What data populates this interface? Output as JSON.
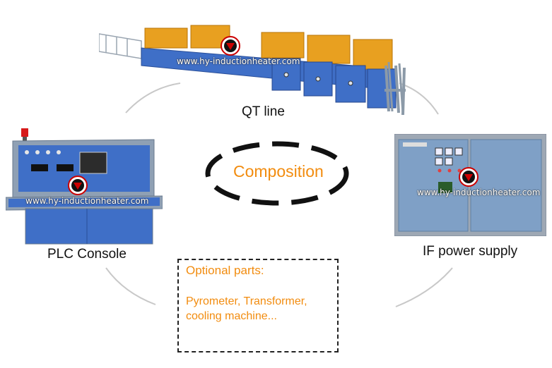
{
  "diagram": {
    "center_label": "Composition",
    "nodes": {
      "qt_line": {
        "label": "QT line",
        "watermark": "www.hy-inductionheater.com"
      },
      "plc_console": {
        "label": "PLC Console",
        "watermark": "www.hy-inductionheater.com"
      },
      "if_power_supply": {
        "label": "IF power supply",
        "watermark": "www.hy-inductionheater.com"
      }
    },
    "optional": {
      "title": "Optional parts:",
      "text": "Pyrometer, Transformer, cooling machine..."
    }
  },
  "colors": {
    "accent": "#f28c0f",
    "machine_blue": "#3f6fc7",
    "machine_frame": "#8a9bb0",
    "cabinet_gray": "#9ea8b4",
    "ring": "#cccccc",
    "ellipse": "#111111"
  },
  "icons": [
    "logo-icon"
  ]
}
